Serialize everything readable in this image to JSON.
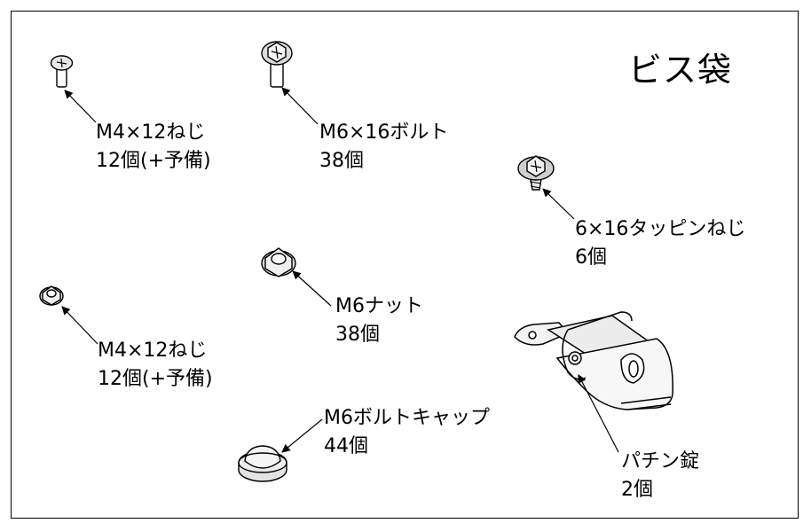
{
  "sheet": {
    "title": "ビス袋",
    "parts": [
      {
        "name": "M4×12ねじ",
        "qty": "12個(+予備)"
      },
      {
        "name": "M6×16ボルト",
        "qty": "38個"
      },
      {
        "name": "6×16タッピンねじ",
        "qty": "6個"
      },
      {
        "name": "M6ナット",
        "qty": "38個"
      },
      {
        "name": "M4×12ねじ",
        "qty": "12個(+予備)"
      },
      {
        "name": "M6ボルトキャップ",
        "qty": "44個"
      },
      {
        "name": "パチン錠",
        "qty": "2個"
      }
    ]
  }
}
